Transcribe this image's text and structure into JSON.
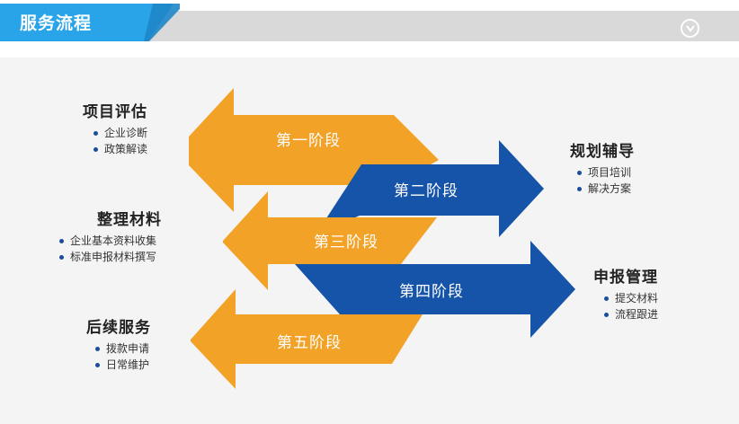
{
  "header": {
    "title": "服务流程",
    "accent_color": "#29a4e8",
    "bar_color": "#d9d9d9"
  },
  "collapse_button": {
    "icon": "chevron-down-icon"
  },
  "colors": {
    "orange": "#f2a227",
    "blue": "#1554a8",
    "bullet": "#1a4c9c"
  },
  "stages": [
    {
      "label": "第一阶段",
      "color": "orange"
    },
    {
      "label": "第二阶段",
      "color": "blue"
    },
    {
      "label": "第三阶段",
      "color": "orange"
    },
    {
      "label": "第四阶段",
      "color": "blue"
    },
    {
      "label": "第五阶段",
      "color": "orange"
    }
  ],
  "groups": {
    "project_eval": {
      "title": "项目评估",
      "items": [
        "企业诊断",
        "政策解读"
      ]
    },
    "planning": {
      "title": "规划辅导",
      "items": [
        "项目培训",
        "解决方案"
      ]
    },
    "materials": {
      "title": "整理材料",
      "items": [
        "企业基本资料收集",
        "标准申报材料撰写"
      ]
    },
    "management": {
      "title": "申报管理",
      "items": [
        "提交材料",
        "流程跟进"
      ]
    },
    "followup": {
      "title": "后续服务",
      "items": [
        "拨款申请",
        "日常维护"
      ]
    }
  }
}
